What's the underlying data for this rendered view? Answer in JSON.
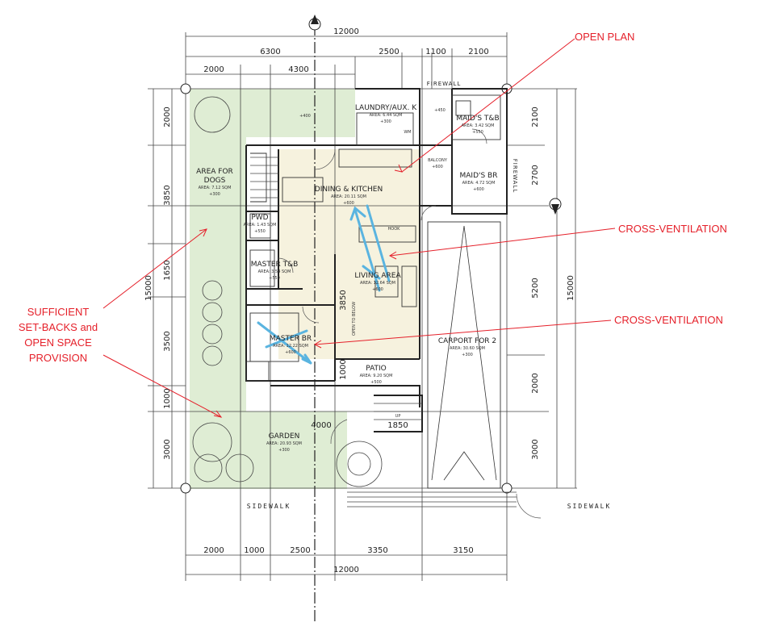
{
  "annotations": {
    "open_plan": "OPEN PLAN",
    "cross_ventilation_1": "CROSS-VENTILATION",
    "cross_ventilation_2": "CROSS-VENTILATION",
    "setbacks": [
      "SUFFICIENT",
      "SET-BACKS and",
      "OPEN SPACE",
      "PROVISION"
    ]
  },
  "colors": {
    "annotation": "#e5202a",
    "green_space": "#dfedd4",
    "open_plan_fill": "#f6f2de",
    "airflow": "#5ab4e0"
  },
  "dimensions": {
    "top_total": "12000",
    "top_row2": [
      "6300",
      "2500",
      "1100",
      "2100"
    ],
    "top_row3": [
      "2000",
      "4300"
    ],
    "bottom_row": [
      "2000",
      "1000",
      "2500",
      "3350",
      "3150"
    ],
    "bottom_total": "12000",
    "left": [
      "2000",
      "3850",
      "1650",
      "3500",
      "1000",
      "3000"
    ],
    "left_total": "15000",
    "right": [
      "2100",
      "2700",
      "5200",
      "2000",
      "3000"
    ],
    "right_total": "15000",
    "interior": [
      "4000",
      "1850",
      "3850",
      "1000"
    ]
  },
  "rooms": {
    "laundry": {
      "name": "LAUNDRY/AUX. K",
      "area": "AREA: 6.44 SQM",
      "elev": "+300"
    },
    "maids_tb": {
      "name": "MAID'S T&B",
      "area": "AREA: 3.42 SQM",
      "elev": "+550"
    },
    "maids_br": {
      "name": "MAID'S BR",
      "area": "AREA: 4.72 SQM",
      "elev": "+600"
    },
    "dining": {
      "name": "DINING & KITCHEN",
      "area": "AREA: 20.11 SQM",
      "elev": "+600"
    },
    "area_dogs": {
      "name1": "AREA FOR",
      "name2": "DOGS",
      "area": "AREA: 7.12 SQM",
      "elev": "+300"
    },
    "pwd": {
      "name": "PWD",
      "area": "AREA: 1.43 SQM",
      "elev": "+550"
    },
    "master_tb": {
      "name": "MASTER T&B",
      "area": "AREA: 3.54 SQM",
      "elev": "+550"
    },
    "living": {
      "name": "LIVING AREA",
      "area": "AREA: 12.64 SQM",
      "elev": "+600"
    },
    "master_br": {
      "name": "MASTER BR",
      "area": "AREA: 12.22 SQM",
      "elev": "+600"
    },
    "carport": {
      "name": "CARPORT FOR 2",
      "area": "AREA: 30.60 SQM",
      "elev": "+300"
    },
    "patio": {
      "name": "PATIO",
      "area": "AREA: 9.20 SQM",
      "elev": "+500"
    },
    "garden": {
      "name": "GARDEN",
      "area": "AREA: 20.93 SQM",
      "elev": "+300"
    },
    "balcony": {
      "name": "BALCONY",
      "elev": "+600"
    }
  },
  "labels": {
    "firewall_top": "FIREWALL",
    "firewall_right": "FIREWALL",
    "sidewalk_left": "SIDEWALK",
    "sidewalk_right": "SIDEWALK",
    "hook": "HOOK",
    "up": "UP",
    "open_to_below": "OPEN TO BELOW",
    "elev_top": "+400",
    "elev_laundry": "+450",
    "wm": "WM"
  }
}
